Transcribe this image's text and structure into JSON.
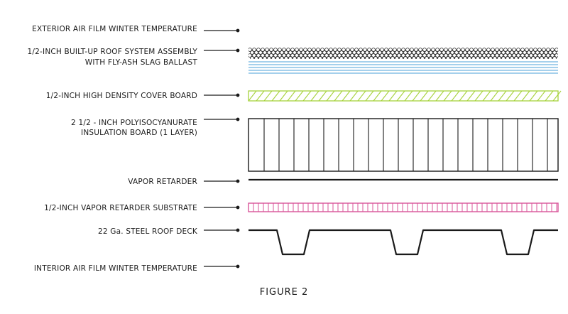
{
  "labels": {
    "exterior_air_film": "EXTERIOR AIR FILM WINTER TEMPERATURE",
    "roof_system_line1": "1/2-INCH BUILT-UP ROOF SYSTEM ASSEMBLY",
    "roof_system_line2": "WITH FLY-ASH SLAG BALLAST",
    "cover_board": "1/2-INCH HIGH DENSITY COVER BOARD",
    "insulation_line1": "2 1/2 - INCH POLYISOCYANURATE",
    "insulation_line2": "INSULATION BOARD (1 LAYER)",
    "vapor_retarder": "VAPOR RETARDER",
    "vapor_substrate": "1/2-INCH VAPOR RETARDER SUBSTRATE",
    "steel_deck": "22 Ga. STEEL ROOF DECK",
    "interior_air_film": "INTERIOR AIR FILM WINTER TEMPERATURE"
  },
  "figure_caption": "FIGURE 2",
  "colors": {
    "ink": "#1a1a1a",
    "membrane_plies": "#6fb3e0",
    "cover_board_hatch": "#a6d23c",
    "substrate": "#d9559a"
  }
}
